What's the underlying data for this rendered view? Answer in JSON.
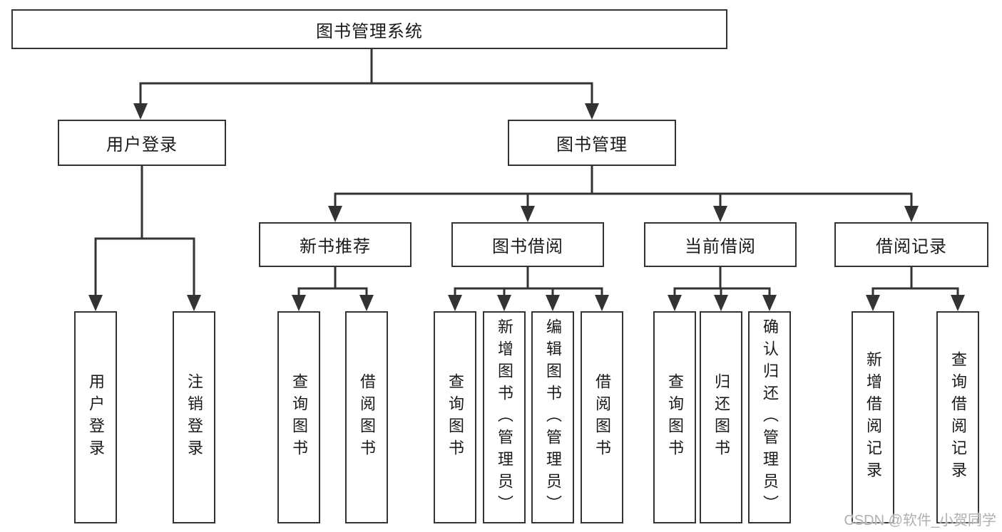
{
  "diagram": {
    "root": {
      "label": "图书管理系统"
    },
    "branches": [
      {
        "label": "用户登录",
        "children": [
          {
            "label": "用户登录"
          },
          {
            "label": "注销登录"
          }
        ]
      },
      {
        "label": "图书管理",
        "children": [
          {
            "label": "新书推荐",
            "children": [
              {
                "label": "查询图书"
              },
              {
                "label": "借阅图书"
              }
            ]
          },
          {
            "label": "图书借阅",
            "children": [
              {
                "label": "查询图书"
              },
              {
                "label": "新增图书（管理员）"
              },
              {
                "label": "编辑图书（管理员）"
              },
              {
                "label": "借阅图书"
              }
            ]
          },
          {
            "label": "当前借阅",
            "children": [
              {
                "label": "查询图书"
              },
              {
                "label": "归还图书"
              },
              {
                "label": "确认归还（管理员）"
              }
            ]
          },
          {
            "label": "借阅记录",
            "children": [
              {
                "label": "新增借阅记录"
              },
              {
                "label": "查询借阅记录"
              }
            ]
          }
        ]
      }
    ],
    "watermark": "CSDN @软件_小贺同学",
    "colors": {
      "line": "#333333",
      "box_border": "#333333",
      "text": "#1a1a1a",
      "watermark": "#b0b0b0",
      "background": "#ffffff"
    }
  }
}
